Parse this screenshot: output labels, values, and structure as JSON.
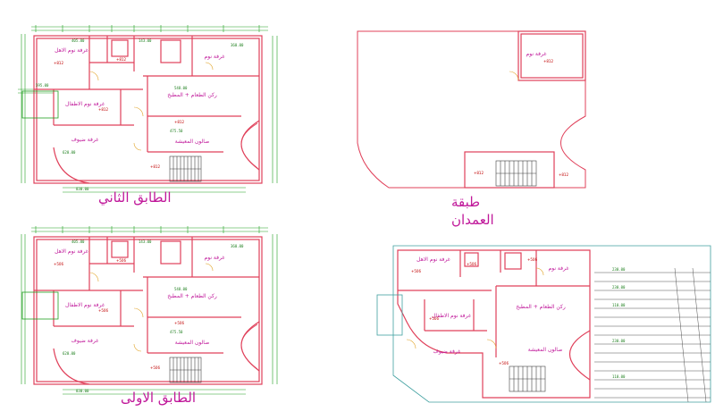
{
  "floors": {
    "second": {
      "title": "الطابق الثاني"
    },
    "first": {
      "title": "الطابق الاولى"
    },
    "roof": {
      "title_line1": "طبقة",
      "title_line2": "العمدان"
    }
  },
  "rooms": {
    "guest": "غرفة نوم الاهل",
    "kids": "غرفة نوم الاطفال",
    "reception": "غرفة ضيوف",
    "dining": "ركن الطعام + المطبخ",
    "sitting": "صالون المعيشة",
    "bed": "غرفة نوم"
  },
  "levels": {
    "upper": "+812",
    "ground": "+506"
  },
  "dims": {
    "a": "595.00",
    "b": "405.80",
    "c": "143.00",
    "d": "360.00",
    "e": "548.00",
    "f": "475.50",
    "g": "620.00",
    "h": "830.00",
    "i": "230.00",
    "j": "110.00"
  },
  "colors": {
    "wall": "#e0405a",
    "dimension": "#20a020",
    "stairs": "#404040",
    "text": "#c0189a",
    "grid": "#505050",
    "site": "#40a0a0"
  }
}
